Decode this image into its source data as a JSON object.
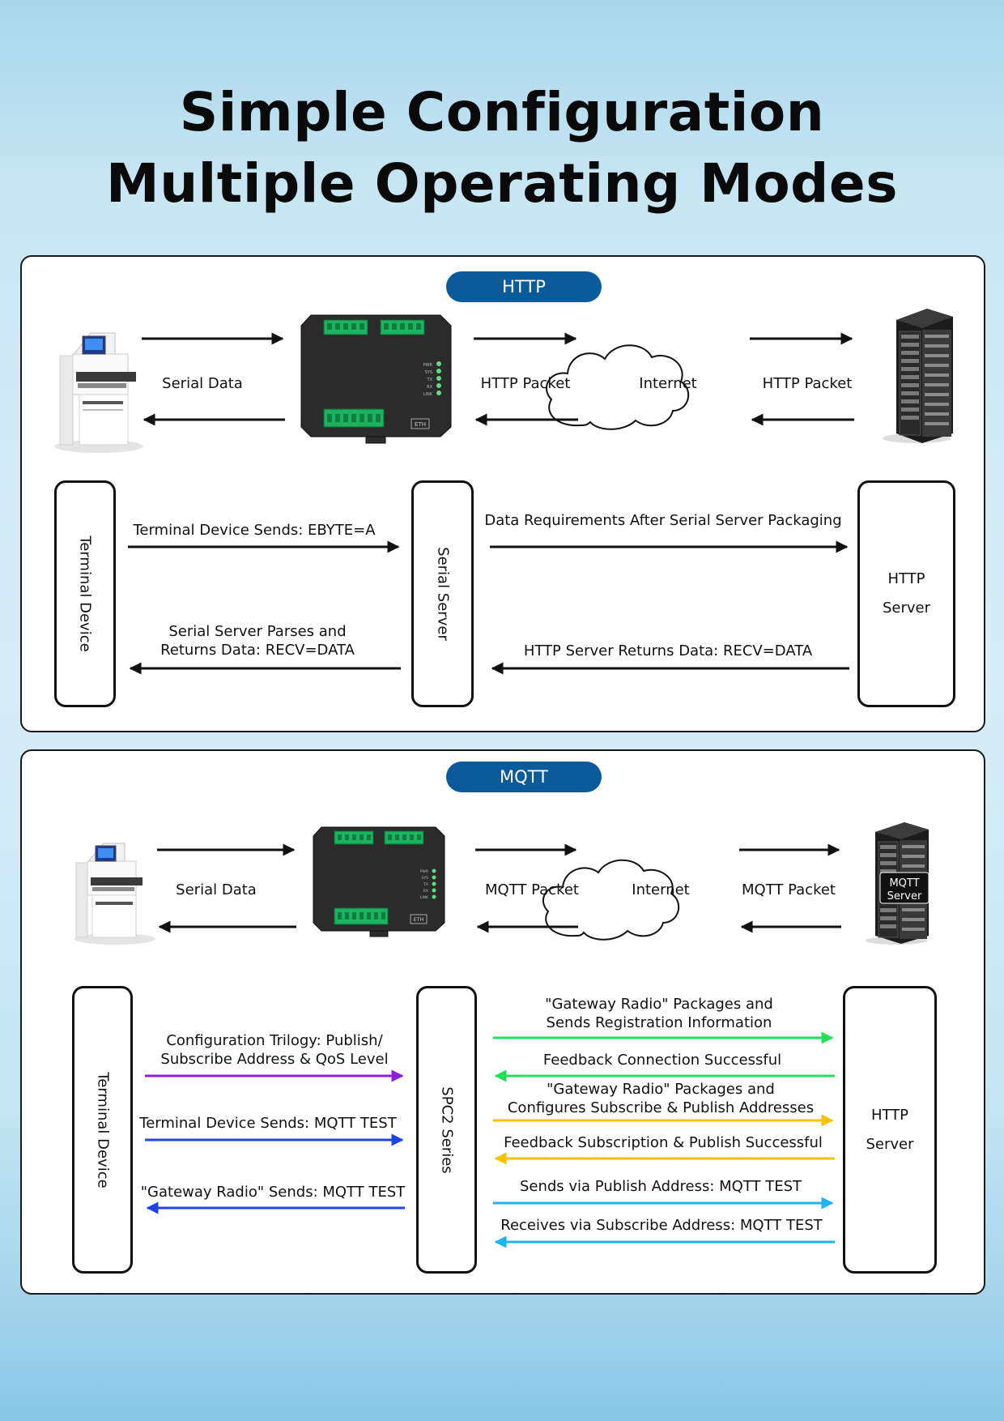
{
  "title": {
    "line1": "Simple Configuration",
    "line2": "Multiple Operating Modes"
  },
  "colors": {
    "pill": "#0b5b9a",
    "purple": "#8a1fe0",
    "blue": "#1f44e6",
    "green": "#22e05a",
    "yellow": "#f5c200",
    "cyan": "#1eb6ea"
  },
  "http": {
    "mode_label": "HTTP",
    "top_row": {
      "device_icon": "atm-kiosk-icon",
      "gateway_icon": "serial-server-device-icon",
      "cloud_icon": "internet-cloud-icon",
      "server_icon": "server-rack-icon",
      "serial_label": "Serial Data",
      "packet_left_label": "HTTP Packet",
      "cloud_label": "Internet",
      "packet_right_label": "HTTP Packet",
      "device_led_labels": [
        "PWR",
        "SYS",
        "TX",
        "RX",
        "LINK"
      ],
      "device_eth_label": "ETH"
    },
    "flow": {
      "terminal_label": "Terminal Device",
      "server_label": "Serial Server",
      "remote_line1": "HTTP",
      "remote_line2": "Server",
      "msg_send": "Terminal Device Sends: EBYTE=A",
      "msg_package": "Data Requirements After Serial Server Packaging",
      "msg_parse_1": "Serial Server Parses and",
      "msg_parse_2": "Returns Data: RECV=DATA",
      "msg_return": "HTTP Server Returns Data: RECV=DATA"
    }
  },
  "mqtt": {
    "mode_label": "MQTT",
    "top_row": {
      "device_icon": "atm-kiosk-icon",
      "gateway_icon": "serial-server-device-icon",
      "cloud_icon": "internet-cloud-icon",
      "server_icon": "server-rack-icon",
      "serial_label": "Serial Data",
      "packet_left_label": "MQTT Packet",
      "cloud_label": "Internet",
      "packet_right_label": "MQTT Packet",
      "server_badge_1": "MQTT",
      "server_badge_2": "Server",
      "device_led_labels": [
        "PWR",
        "SYS",
        "TX",
        "RX",
        "LINK"
      ],
      "device_eth_label": "ETH"
    },
    "flow": {
      "terminal_label": "Terminal Device",
      "server_label": "SPC2 Series",
      "remote_line1": "HTTP",
      "remote_line2": "Server",
      "left_config_1": "Configuration Trilogy: Publish/",
      "left_config_2": "Subscribe Address & QoS Level",
      "left_send": "Terminal Device Sends: MQTT TEST",
      "left_gateway": "\"Gateway Radio\" Sends: MQTT TEST",
      "right_reg_1": "\"Gateway Radio\" Packages and",
      "right_reg_2": "Sends Registration Information",
      "right_conn": "Feedback Connection Successful",
      "right_sub_1": "\"Gateway Radio\" Packages and",
      "right_sub_2": "Configures Subscribe & Publish Addresses",
      "right_subok": "Feedback Subscription & Publish Successful",
      "right_pub": "Sends via Publish Address: MQTT TEST",
      "right_recv": "Receives via Subscribe Address: MQTT TEST"
    }
  }
}
